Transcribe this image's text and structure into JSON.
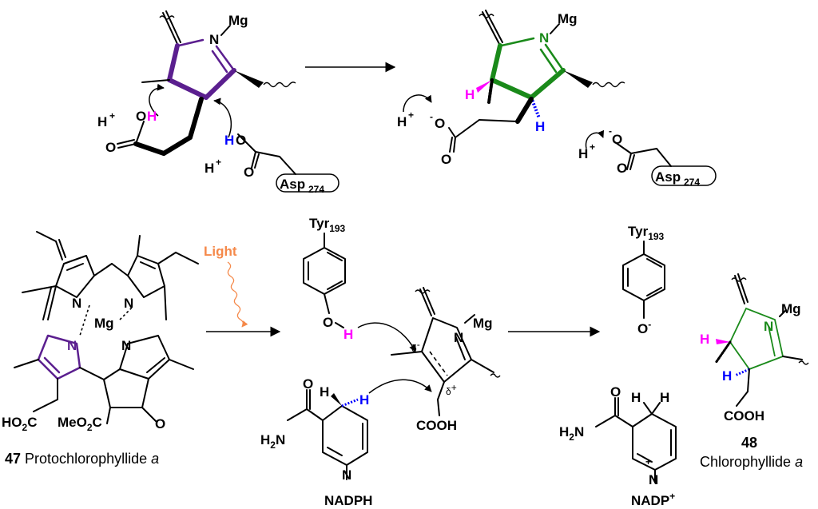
{
  "atoms": {
    "mg": "Mg",
    "n": "N",
    "h": "H",
    "o": "O",
    "o_minus": "O",
    "minus": "-",
    "h_plus": "H",
    "plus": "+",
    "asp": "Asp",
    "asp_sub": "274",
    "tyr": "Tyr",
    "tyr_sub": "193",
    "h2n": "H",
    "h2n_sub": "2",
    "h2n_n": "N",
    "nadph": "NADPH",
    "nadp": "NADP",
    "cooh": "COOH",
    "ho2c": "HO",
    "ho2c_sub": "2",
    "ho2c_c": "C",
    "meo2c": "MeO",
    "meo2c_sub": "2",
    "meo2c_c": "C",
    "delta_minus": "δ",
    "delta_plus": "δ"
  },
  "light_label": "Light",
  "captions": {
    "c47_num": "47",
    "c47_name": "Protochlorophyllide",
    "c47_italic": "a",
    "c48_num": "48",
    "c48_name": "Chlorophyllide",
    "c48_italic": "a"
  },
  "colors": {
    "purple": "#5b1f8f",
    "green": "#1a8a1a",
    "magenta": "#ff00ff",
    "blue": "#0000ff",
    "orange": "#f5894a"
  }
}
